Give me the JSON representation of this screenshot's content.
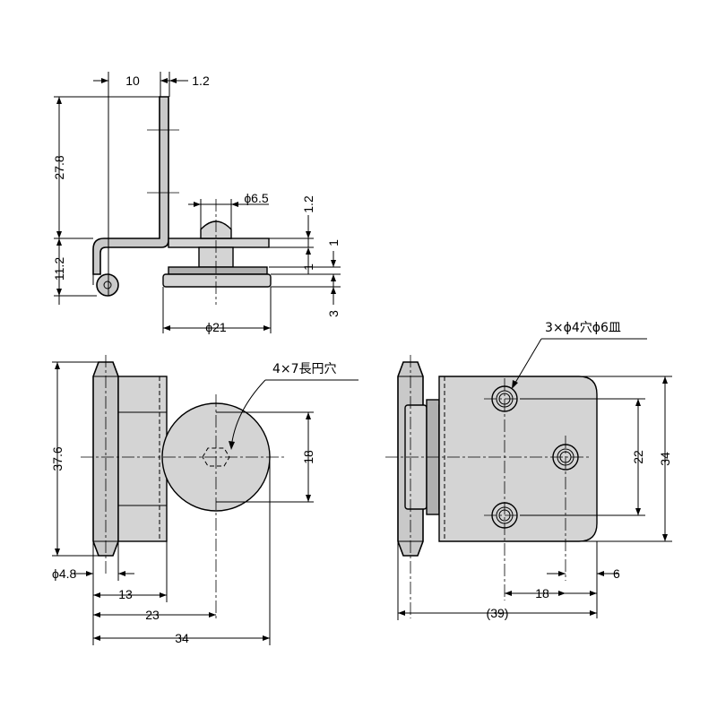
{
  "side_view": {
    "dims": {
      "width_10": "10",
      "thickness_1_2_top": "1.2",
      "height_27_8": "27.8",
      "height_11_2": "11.2",
      "dia_6_5": "ϕ6.5",
      "thickness_1_2_right": "1.2",
      "gap_1_upper": "1",
      "gap_1_lower": "1",
      "gap_3": "3",
      "dia_21": "ϕ21"
    }
  },
  "front_view": {
    "dims": {
      "height_37_6": "37.6",
      "height_18": "18",
      "dia_4_8": "ϕ4.8",
      "width_13": "13",
      "width_23": "23",
      "width_34": "34"
    },
    "slot_note": "4×7長円穴"
  },
  "plate_view": {
    "dims": {
      "height_22": "22",
      "height_34": "34",
      "width_18": "18",
      "width_6": "6",
      "width_39": "(39)"
    },
    "hole_note": "3×ϕ4穴ϕ6皿"
  }
}
